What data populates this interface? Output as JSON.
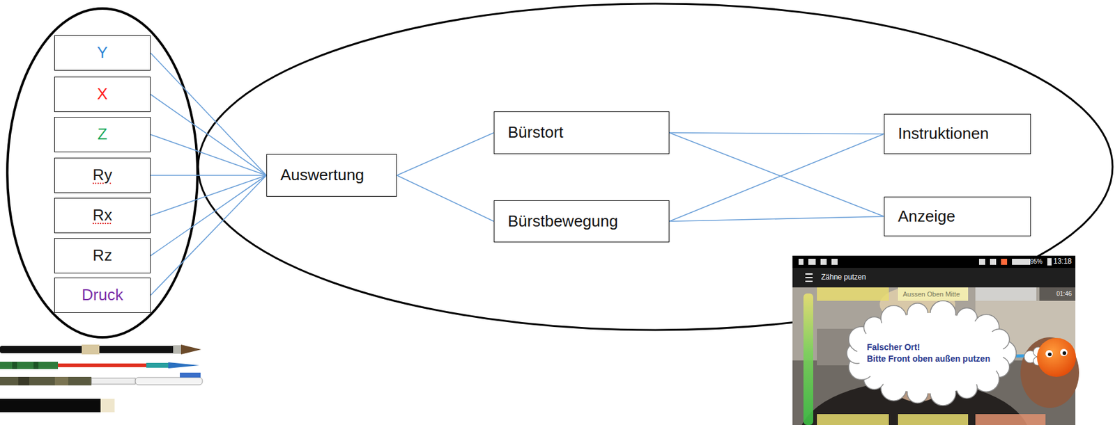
{
  "diagram": {
    "nodes": [
      {
        "text": [
          "Y"
        ]
      },
      {
        "text": [
          "X"
        ]
      },
      {
        "text": [
          "Z"
        ]
      },
      {
        "text": [
          "Ry"
        ]
      },
      {
        "text": [
          "Rx"
        ]
      },
      {
        "text": [
          "Rz"
        ]
      },
      {
        "text": [
          "Druck"
        ]
      },
      {
        "text": [
          "Auswertung"
        ]
      },
      {
        "text": [
          "Bürstort"
        ]
      },
      {
        "text": [
          "Bürstbewegung"
        ]
      },
      {
        "text": [
          "Instruktionen"
        ]
      },
      {
        "text": [
          "Anzeige"
        ]
      },
      {
        "text": [
          "Falscher Ort!",
          "Bitte Front oben außen putzen"
        ]
      }
    ],
    "edges": [
      {
        "from": 0,
        "to": 7,
        "arrow": "none"
      },
      {
        "from": 1,
        "to": 7,
        "arrow": "none"
      },
      {
        "from": 2,
        "to": 7,
        "arrow": "none"
      },
      {
        "from": 3,
        "to": 7,
        "arrow": "none"
      },
      {
        "from": 4,
        "to": 7,
        "arrow": "none"
      },
      {
        "from": 5,
        "to": 7,
        "arrow": "none"
      },
      {
        "from": 6,
        "to": 7,
        "arrow": "none"
      },
      {
        "from": 7,
        "to": 8,
        "arrow": "none"
      },
      {
        "from": 7,
        "to": 9,
        "arrow": "none"
      },
      {
        "from": 8,
        "to": 10,
        "arrow": "none"
      },
      {
        "from": 8,
        "to": 11,
        "arrow": "none"
      },
      {
        "from": 9,
        "to": 10,
        "arrow": "none"
      },
      {
        "from": 9,
        "to": 11,
        "arrow": "none"
      }
    ],
    "labels": [
      "13:18",
      "95%",
      "Zähne putzen",
      "Aussen Oben Mitte",
      "01:46"
    ]
  }
}
